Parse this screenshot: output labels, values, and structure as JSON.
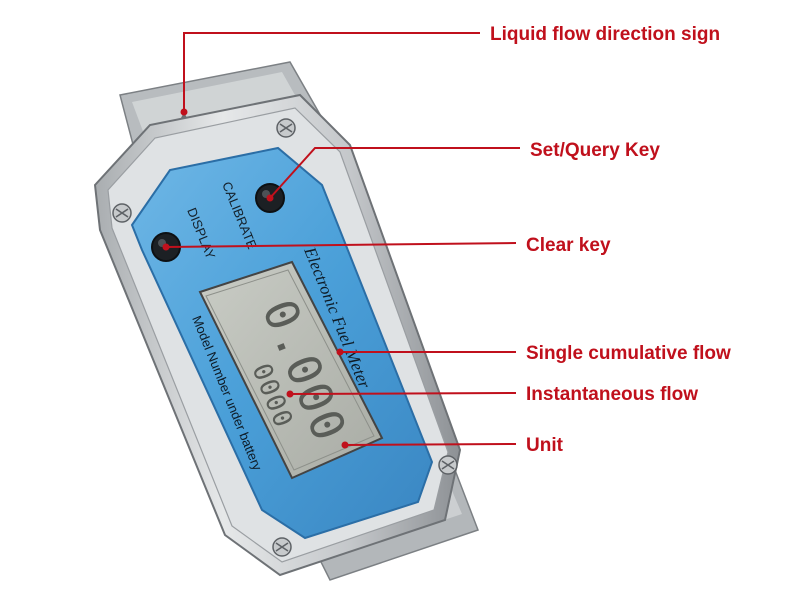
{
  "colors": {
    "callout": "#c0101c",
    "panel": "#4a9fd8",
    "panel_dark": "#2f74ad",
    "lcd": "#b9bcb5",
    "lcd_segment": "#5a5d58",
    "housing": "#cfd2d4",
    "housing_dark": "#8f9397"
  },
  "device": {
    "brand_text": "Electronic Fuel Meter",
    "model_text": "Model Number under battery",
    "button_top_label": "CALIBRATE",
    "button_bottom_label": "DISPLAY",
    "lcd_main_reading": "0.000",
    "lcd_sub_reading": "0000"
  },
  "callouts": [
    {
      "id": "c-flow",
      "label": "Liquid flow direction sign"
    },
    {
      "id": "c-set",
      "label": "Set/Query Key"
    },
    {
      "id": "c-clear",
      "label": "Clear key"
    },
    {
      "id": "c-single",
      "label": "Single cumulative flow"
    },
    {
      "id": "c-inst",
      "label": "Instantaneous flow"
    },
    {
      "id": "c-unit",
      "label": "Unit"
    }
  ]
}
